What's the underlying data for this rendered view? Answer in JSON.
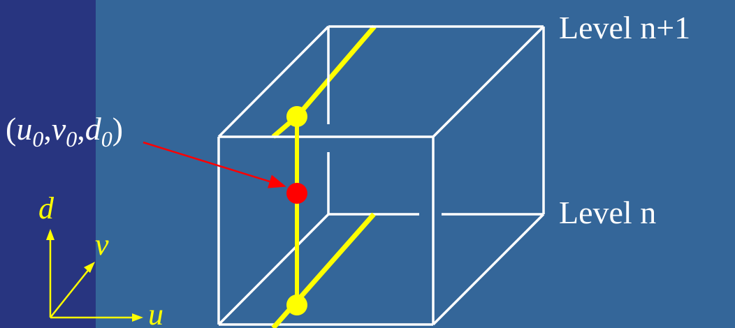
{
  "colors": {
    "background": "#346699",
    "left_band": "#283580",
    "cube_edges": "#ffffff",
    "lines": "#ffff00",
    "points": "#ffff00",
    "highlight_point": "#ff0000",
    "arrow": "#ff0000",
    "axes": "#ffff00",
    "axis_labels": "#ffff00",
    "text": "#ffffff"
  },
  "labels": {
    "level_upper": "Level n+1",
    "level_lower": "Level n",
    "coordinate": {
      "open": "(",
      "u": "u",
      "u_sub": "0",
      "sep1": ",",
      "v": "v",
      "v_sub": "0",
      "sep2": ",",
      "d": "d",
      "d_sub": "0",
      "close": ")"
    }
  },
  "axes": {
    "d": "d",
    "v": "v",
    "u": "u"
  },
  "icons": {
    "axis_arrowhead": "triangle-arrowhead-icon",
    "pointer_arrowhead": "red-arrowhead-icon"
  }
}
